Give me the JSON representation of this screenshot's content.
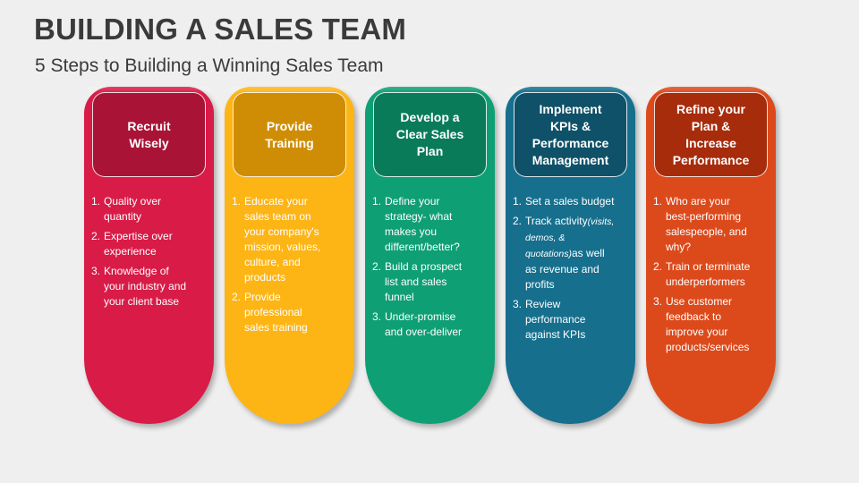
{
  "title": "BUILDING A SALES TEAM",
  "subtitle": "5 Steps to Building a Winning Sales Team",
  "steps": [
    {
      "heading": "Recruit\nWisely",
      "color": "#d81b47",
      "head_color": "#a91436",
      "items": [
        {
          "num": "1.",
          "text": "Quality over\nquantity"
        },
        {
          "num": "2.",
          "text": "Expertise over\nexperience"
        },
        {
          "num": "3.",
          "text": "Knowledge of\nyour industry and\nyour client base"
        }
      ]
    },
    {
      "heading": "Provide\nTraining",
      "color": "#fdb515",
      "head_color": "#cf8d06",
      "items": [
        {
          "num": "1.",
          "text": "Educate your\nsales team on\nyour company's\nmission, values,\nculture, and\nproducts"
        },
        {
          "num": "2.",
          "text": "Provide\nprofessional\nsales training"
        }
      ]
    },
    {
      "heading": "Develop a\nClear Sales\nPlan",
      "color": "#0f9f74",
      "head_color": "#0a7b59",
      "items": [
        {
          "num": "1.",
          "text": "Define your\nstrategy- what\nmakes you\ndifferent/better?"
        },
        {
          "num": "2.",
          "text": "Build a prospect\nlist and sales\nfunnel"
        },
        {
          "num": "3.",
          "text": "Under-promise\nand over-deliver"
        }
      ]
    },
    {
      "heading": "Implement\nKPIs &\nPerformance\nManagement",
      "color": "#166f8d",
      "head_color": "#0f5168",
      "items": [
        {
          "num": "1.",
          "text": "Set a sales budget"
        },
        {
          "num": "2.",
          "text": "Track activity",
          "italic": "(visits,\ndemos, &\nquotations)",
          "text_after": "as well\nas revenue and\nprofits"
        },
        {
          "num": "3.",
          "text": "Review\nperformance\nagainst KPIs"
        }
      ]
    },
    {
      "heading": "Refine your\nPlan &\nIncrease\nPerformance",
      "color": "#dc4a1c",
      "head_color": "#a72c0c",
      "items": [
        {
          "num": "1.",
          "text": "Who are your\nbest-performing\nsalespeople, and\nwhy?"
        },
        {
          "num": "2.",
          "text": "Train or terminate\nunderperformers"
        },
        {
          "num": "3.",
          "text": "Use customer\nfeedback to\nimprove your\nproducts/services"
        }
      ]
    }
  ]
}
